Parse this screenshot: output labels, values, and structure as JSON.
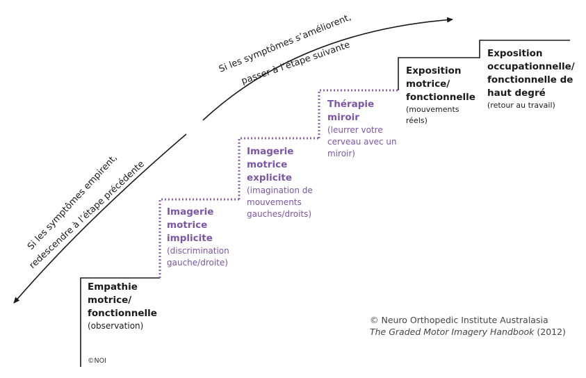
{
  "arrows": {
    "up": {
      "line1": "Si les symptômes s’améliorent,",
      "line2": "passer à l’étape suivante"
    },
    "down": {
      "line1": "Si les symptômes empirent,",
      "line2": "redescendre à l’étape précédente"
    }
  },
  "steps": [
    {
      "title": [
        "Empathie",
        "motrice/",
        "fonctionnelle"
      ],
      "desc": [
        "(observation)"
      ],
      "style": "black"
    },
    {
      "title": [
        "Imagerie",
        "motrice",
        "implicite"
      ],
      "desc": [
        "(discrimination",
        "gauche/droite)"
      ],
      "style": "purple"
    },
    {
      "title": [
        "Imagerie",
        "motrice",
        "explicite"
      ],
      "desc": [
        "(imagination de",
        "mouvements",
        "gauches/droits)"
      ],
      "style": "purple"
    },
    {
      "title": [
        "Thérapie",
        "miroir"
      ],
      "desc": [
        "(leurrer votre",
        "cerveau avec un",
        "miroir)"
      ],
      "style": "purple"
    },
    {
      "title": [
        "Exposition",
        "motrice/",
        "fonctionnelle"
      ],
      "desc": [
        "(mouvements",
        "réels)"
      ],
      "style": "black"
    },
    {
      "title": [
        "Exposition",
        "occupationnelle/",
        "fonctionnelle de",
        "haut degré"
      ],
      "desc": [
        "(retour au travail)"
      ],
      "style": "black"
    }
  ],
  "copyright": {
    "line1": "© Neuro Orthopedic Institute Australasia",
    "book": "The Graded Motor Imagery Handbook",
    "year": " (2012)"
  },
  "noi": "©NOI",
  "colors": {
    "black": "#1a1a1a",
    "purple": "#7b55a7"
  }
}
